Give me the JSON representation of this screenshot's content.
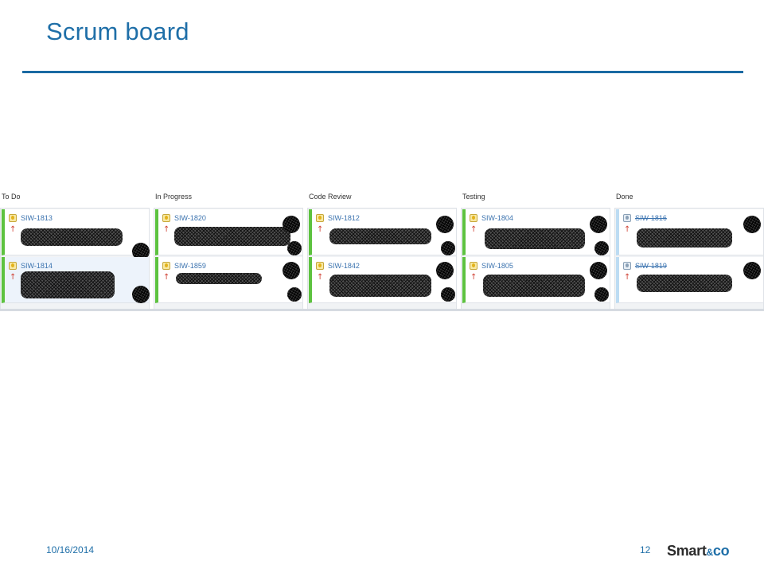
{
  "slide": {
    "title": "Scrum board",
    "date": "10/16/2014",
    "page_number": "12",
    "logo": {
      "main": "Smart",
      "amp": "&",
      "suffix": "co"
    }
  },
  "board": {
    "columns": [
      {
        "name": "To Do",
        "cards": [
          {
            "key": "SIW-1813",
            "done": false
          },
          {
            "key": "SIW-1814",
            "done": false
          }
        ]
      },
      {
        "name": "In Progress",
        "cards": [
          {
            "key": "SIW-1820",
            "done": false
          },
          {
            "key": "SIW-1859",
            "done": false
          }
        ]
      },
      {
        "name": "Code Review",
        "cards": [
          {
            "key": "SIW-1812",
            "done": false
          },
          {
            "key": "SIW-1842",
            "done": false
          }
        ]
      },
      {
        "name": "Testing",
        "cards": [
          {
            "key": "SIW-1804",
            "done": false
          },
          {
            "key": "SIW-1805",
            "done": false
          }
        ]
      },
      {
        "name": "Done",
        "cards": [
          {
            "key": "SIW-1816",
            "done": true
          },
          {
            "key": "SIW-1819",
            "done": true
          }
        ]
      }
    ]
  },
  "colors": {
    "title_blue": "#1f6fa8",
    "in_progress_bar": "#5dc23f",
    "done_bar": "#bcdcf3",
    "issue_link": "#3b73af",
    "priority_arrow": "#d04437"
  },
  "icons": {
    "issue_type": "lightbulb-improvement-icon",
    "priority": "priority-up-arrow-icon"
  }
}
